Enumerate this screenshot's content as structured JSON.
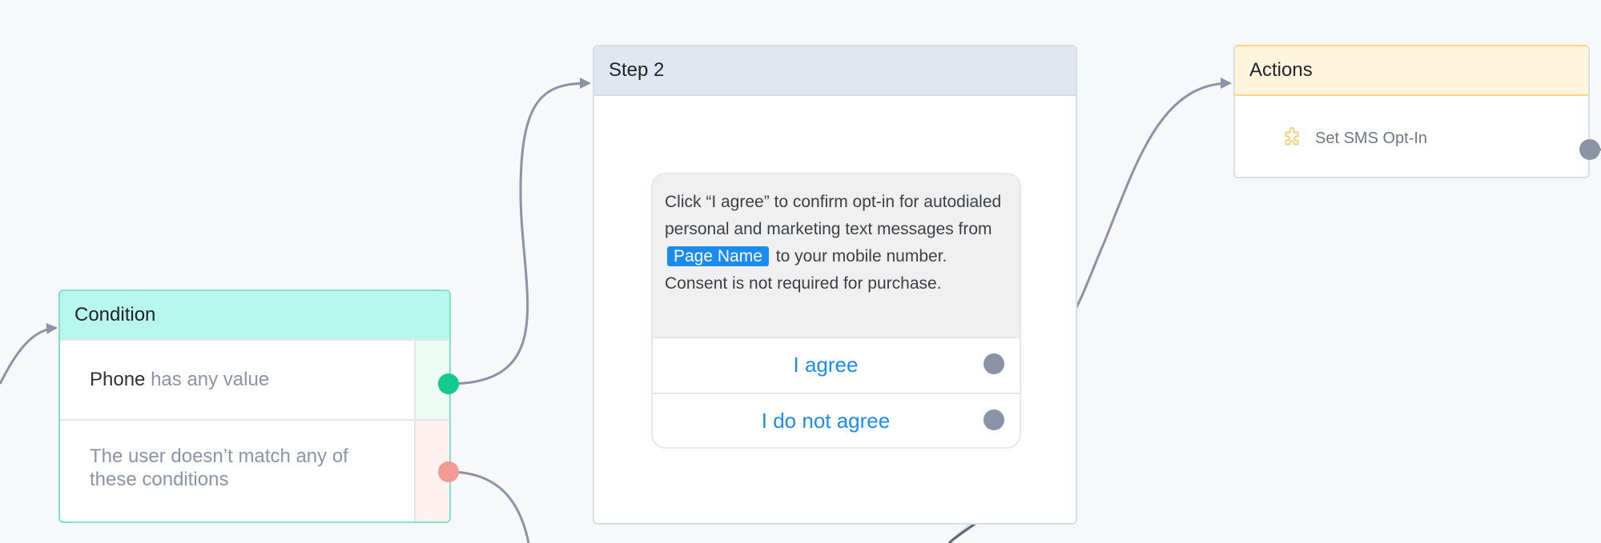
{
  "condition": {
    "title": "Condition",
    "rule": {
      "field": "Phone",
      "operator": "has any value"
    },
    "fallback": "The user doesn’t match any of these conditions",
    "colors": {
      "header": "#b8f7ec",
      "match_port": "#13c98b",
      "fallback_port": "#f49a94"
    }
  },
  "step": {
    "title": "Step 2",
    "message": {
      "text_before": "Click “I agree” to confirm opt-in for autodialed personal and marketing text messages from",
      "page_name": "Page Name",
      "text_after": "to your mobile number. Consent is not required for purchase."
    },
    "buttons": [
      {
        "label": "I agree"
      },
      {
        "label": "I do not agree"
      }
    ]
  },
  "actions": {
    "title": "Actions",
    "items": [
      {
        "icon": "puzzle-icon",
        "label": "Set SMS Opt-In"
      }
    ]
  },
  "colors": {
    "canvas": "#f7f8fa",
    "connector": "#8a94a6",
    "connector_light": "#e1e4ea",
    "port": "#8a94a6",
    "accent": "#1a8cf0"
  }
}
